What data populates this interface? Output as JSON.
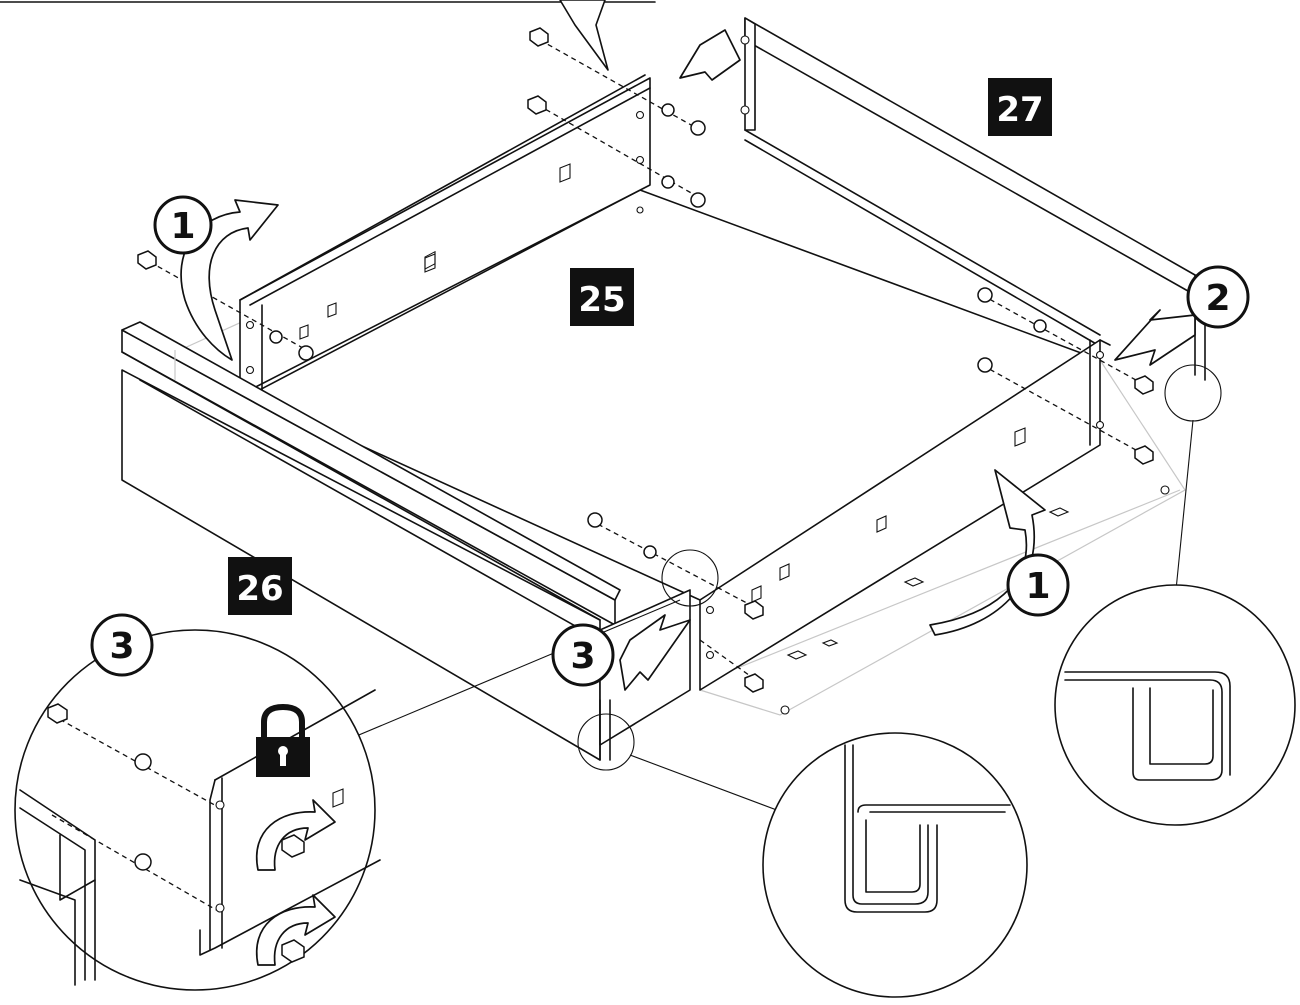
{
  "part_labels": [
    {
      "id": "part-25",
      "text": "25"
    },
    {
      "id": "part-26",
      "text": "26"
    },
    {
      "id": "part-27",
      "text": "27"
    }
  ],
  "step_labels": [
    {
      "id": "step-1-left",
      "text": "1"
    },
    {
      "id": "step-1-right",
      "text": "1"
    },
    {
      "id": "step-2",
      "text": "2"
    },
    {
      "id": "step-3-main",
      "text": "3"
    },
    {
      "id": "step-3-detail",
      "text": "3"
    }
  ],
  "icons": {
    "lock": "lock-icon"
  }
}
